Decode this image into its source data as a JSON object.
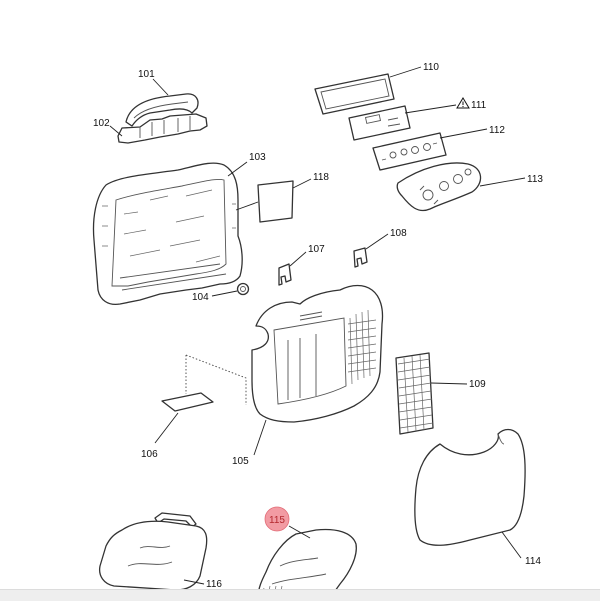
{
  "diagram": {
    "highlighted_part": "115",
    "callouts": {
      "p101": "101",
      "p102": "102",
      "p103": "103",
      "p104": "104",
      "p105": "105",
      "p106": "106",
      "p107": "107",
      "p108": "108",
      "p109": "109",
      "p110": "110",
      "p111": "111",
      "p112": "112",
      "p113": "113",
      "p114": "114",
      "p115": "115",
      "p116": "116",
      "p118": "118"
    },
    "warning_icon": "warning-triangle-icon",
    "highlight_color": "#f08a93"
  }
}
